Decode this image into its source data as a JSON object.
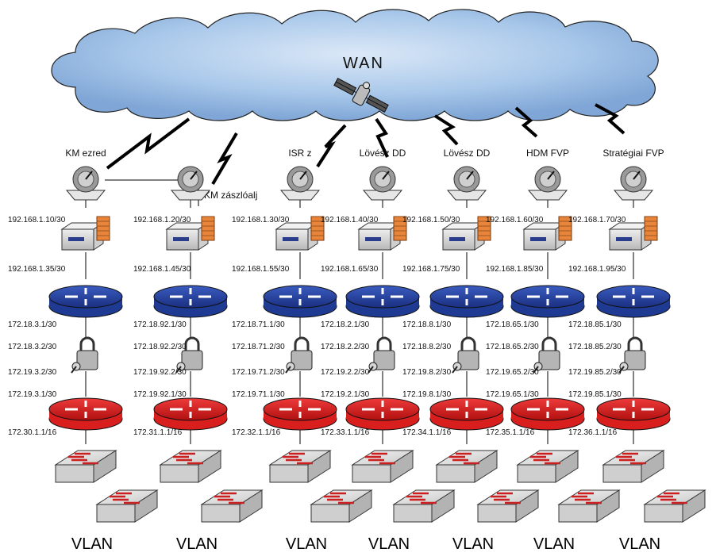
{
  "cloud": {
    "label": "WAN",
    "satellite_icon": "satellite-icon"
  },
  "colors": {
    "cloud_fill": "#a9c8ea",
    "core_router": "#1f3a93",
    "edge_router": "#d91e1e",
    "firewall": "#e8853a",
    "switch": "#d9d9d9",
    "switch_arrow": "#cc1f1f"
  },
  "sites": [
    {
      "name": "KM ezred",
      "ip_fw_top": "192.168.1.10/30",
      "ip_fw_bottom": "192.168.1.35/30",
      "ip_r1": "172.18.3.1/30",
      "ip_enc_top": "172.18.3.2/30",
      "ip_enc_bottom": "172.19.3.2/30",
      "ip_r2": "172.19.3.1/30",
      "ip_lan": "172.30.1.1/16",
      "vlan": "VLAN"
    },
    {
      "name": "KM zászlóalj",
      "ip_fw_top": "192.168.1.20/30",
      "ip_fw_bottom": "192.168.1.45/30",
      "ip_r1": "172.18.92.1/30",
      "ip_enc_top": "172.18.92.2/30",
      "ip_enc_bottom": "172.19.92.2/30",
      "ip_r2": "172.19.92.1/30",
      "ip_lan": "172.31.1.1/16",
      "vlan": "VLAN"
    },
    {
      "name": "ISR z",
      "ip_fw_top": "192.168.1.30/30",
      "ip_fw_bottom": "192.168.1.55/30",
      "ip_r1": "172.18.71.1/30",
      "ip_enc_top": "172.18.71.2/30",
      "ip_enc_bottom": "172.19.71.2/30",
      "ip_r2": "172.19.71.1/30",
      "ip_lan": "172.32.1.1/16",
      "vlan": "VLAN"
    },
    {
      "name": "Lövész DD",
      "ip_fw_top": "192.168.1.40/30",
      "ip_fw_bottom": "192.168.1.65/30",
      "ip_r1": "172.18.2.1/30",
      "ip_enc_top": "172.18.2.2/30",
      "ip_enc_bottom": "172.19.2.2/30",
      "ip_r2": "172.19.2.1/30",
      "ip_lan": "172.33.1.1/16",
      "vlan": "VLAN"
    },
    {
      "name": "Lövész DD",
      "ip_fw_top": "192.168.1.50/30",
      "ip_fw_bottom": "192.168.1.75/30",
      "ip_r1": "172.18.8.1/30",
      "ip_enc_top": "172.18.8.2/30",
      "ip_enc_bottom": "172.19.8.2/30",
      "ip_r2": "172.19.8.1/30",
      "ip_lan": "172.34.1.1/16",
      "vlan": "VLAN"
    },
    {
      "name": "HDM FVP",
      "ip_fw_top": "192.168.1.60/30",
      "ip_fw_bottom": "192.168.1.85/30",
      "ip_r1": "172.18.65.1/30",
      "ip_enc_top": "172.18.65.2/30",
      "ip_enc_bottom": "172.19.65.2/30",
      "ip_r2": "172.19.65.1/30",
      "ip_lan": "172.35.1.1/16",
      "vlan": "VLAN"
    },
    {
      "name": "Stratégiai FVP",
      "ip_fw_top": "192.168.1.70/30",
      "ip_fw_bottom": "192.168.1.95/30",
      "ip_r1": "172.18.85.1/30",
      "ip_enc_top": "172.18.85.2/30",
      "ip_enc_bottom": "172.19.85.2/30",
      "ip_r2": "172.19.85.1/30",
      "ip_lan": "172.36.1.1/16",
      "vlan": "VLAN"
    }
  ]
}
